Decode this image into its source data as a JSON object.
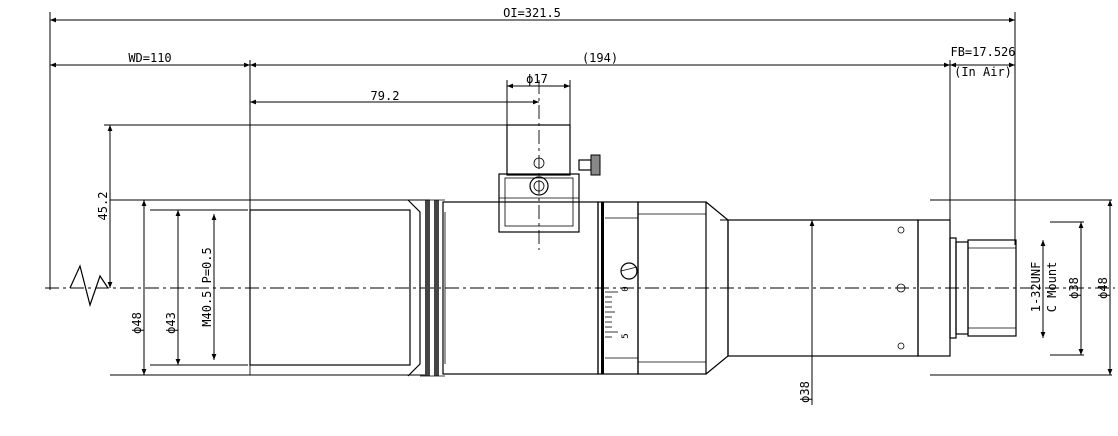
{
  "dimensions": {
    "oi": "OI=321.5",
    "wd": "WD=110",
    "body_length": "(194)",
    "fb": "FB=17.526",
    "fb_note": "(In Air)",
    "phi17": "ϕ17",
    "d79": "79.2",
    "d45": "45.2",
    "phi48_left": "ϕ48",
    "phi43": "ϕ43",
    "thread": "M40.5 P=0.5",
    "phi38_bottom": "ϕ38",
    "mount_thread": "1-32UNF",
    "mount_name": "C Mount",
    "phi38_right": "ϕ38",
    "phi48_right": "ϕ48"
  },
  "scale_marks": [
    "0",
    "5"
  ]
}
